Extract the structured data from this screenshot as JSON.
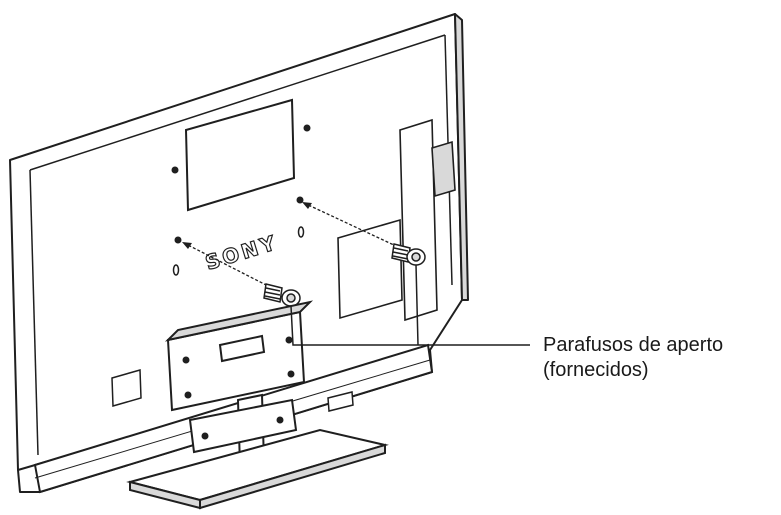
{
  "diagram": {
    "subject": "tv-rear-with-stand",
    "brand_logo_text": "SONY",
    "callout": {
      "line1": "Parafusos de aperto",
      "line2": "(fornecidos)"
    },
    "colors": {
      "stroke": "#1f1f1f",
      "fill": "#ffffff",
      "shade": "#d9d9d9",
      "background": "#ffffff"
    }
  }
}
